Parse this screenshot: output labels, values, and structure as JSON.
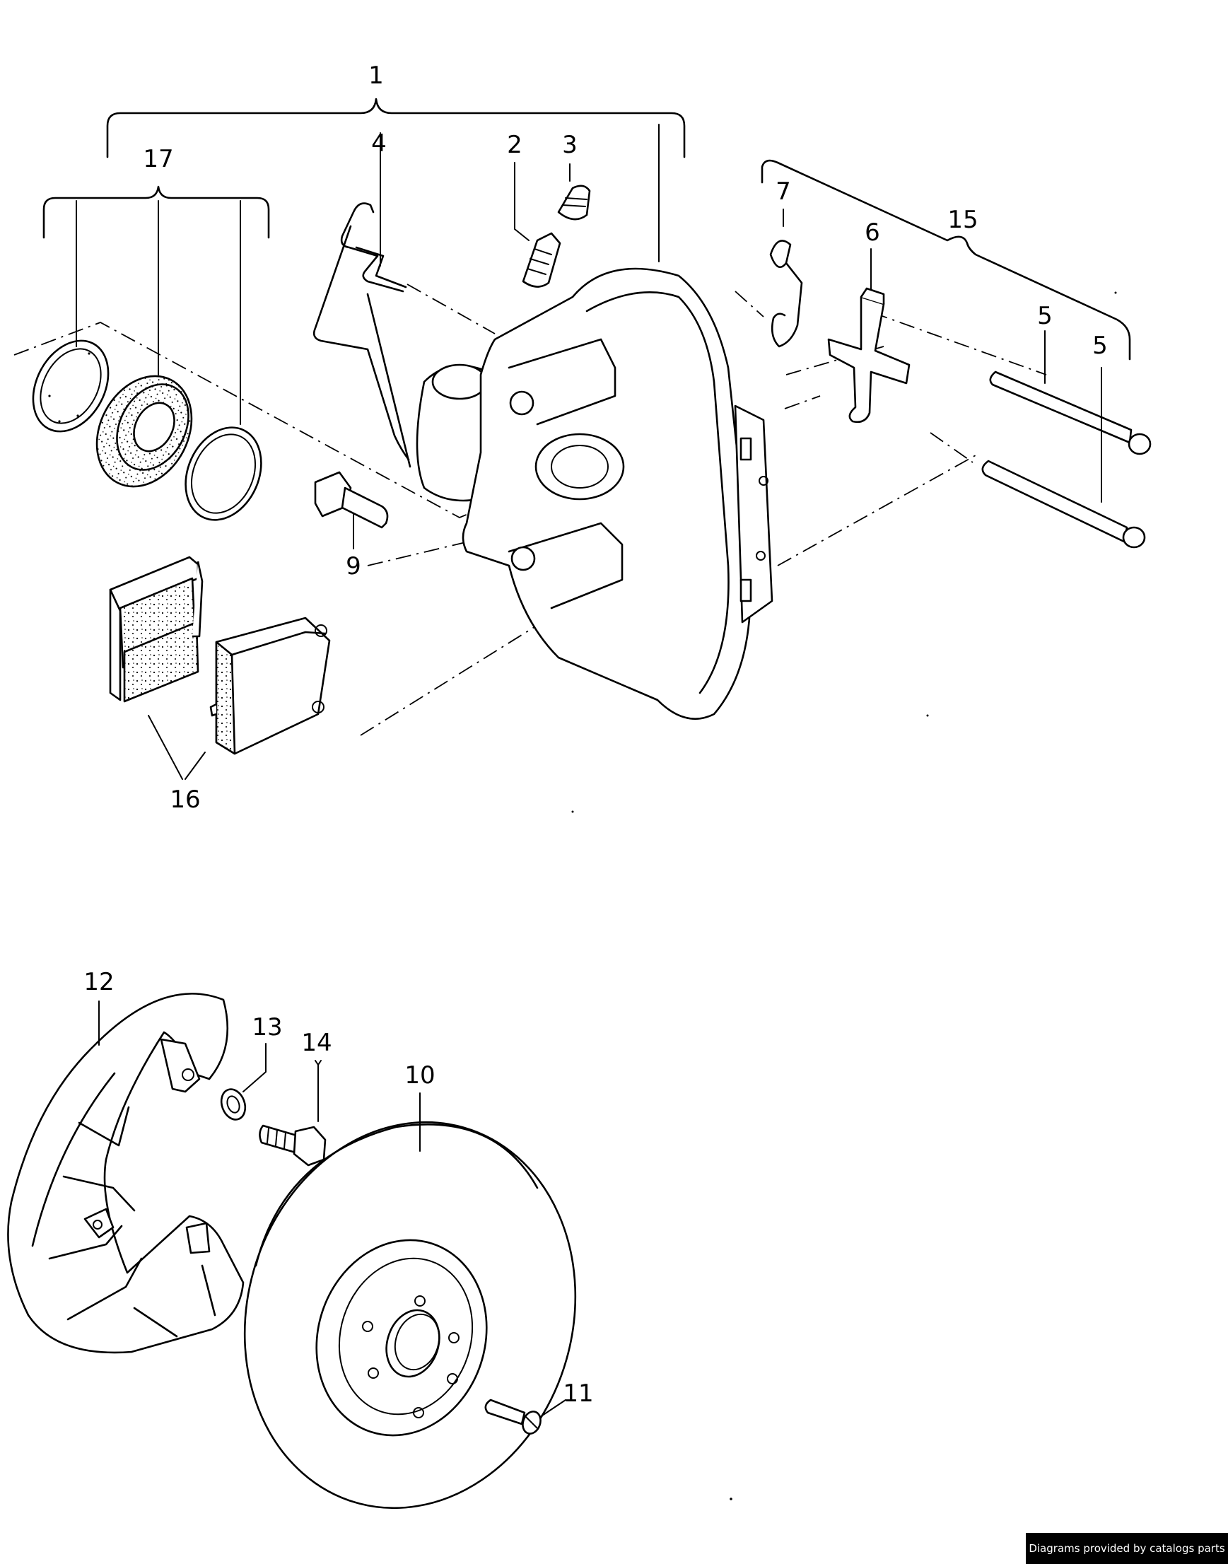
{
  "diagram": {
    "callouts": {
      "c1": "1",
      "c2": "2",
      "c3": "3",
      "c4": "4",
      "c5a": "5",
      "c5b": "5",
      "c6": "6",
      "c7": "7",
      "c9": "9",
      "c10": "10",
      "c11": "11",
      "c12": "12",
      "c13": "13",
      "c14": "14",
      "c15": "15",
      "c16": "16",
      "c17": "17"
    }
  },
  "footer": {
    "credit": "Diagrams provided by catalogs parts"
  }
}
